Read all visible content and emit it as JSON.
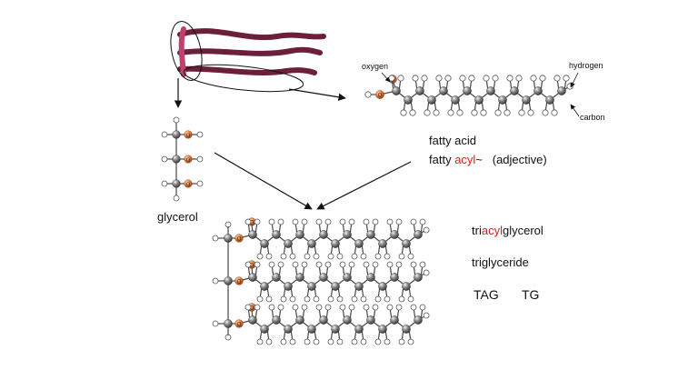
{
  "labels": {
    "oxygen": "oxygen",
    "hydrogen": "hydrogen",
    "carbon": "carbon",
    "o_atom": "O",
    "glycerol": "glycerol",
    "fatty_acid": "fatty acid",
    "fatty_acyl_prefix": "fatty ",
    "fatty_acyl_highlight": "acyl",
    "fatty_acyl_suffix": "~   (adjective)",
    "triacylglycerol_prefix": "tri",
    "triacylglycerol_highlight": "acyl",
    "triacylglycerol_suffix": "glycerol",
    "triglyceride": "triglyceride",
    "tag": "TAG",
    "tg": "TG"
  },
  "colors": {
    "tail": "#6b1f3a",
    "tail_highlight": "#c0406e",
    "oxygen_atom": "#e07a3c",
    "carbon_atom": "#6a6a6a",
    "hydrogen_atom": "#ffffff",
    "acyl_highlight": "#d4201f",
    "text": "#111111"
  }
}
